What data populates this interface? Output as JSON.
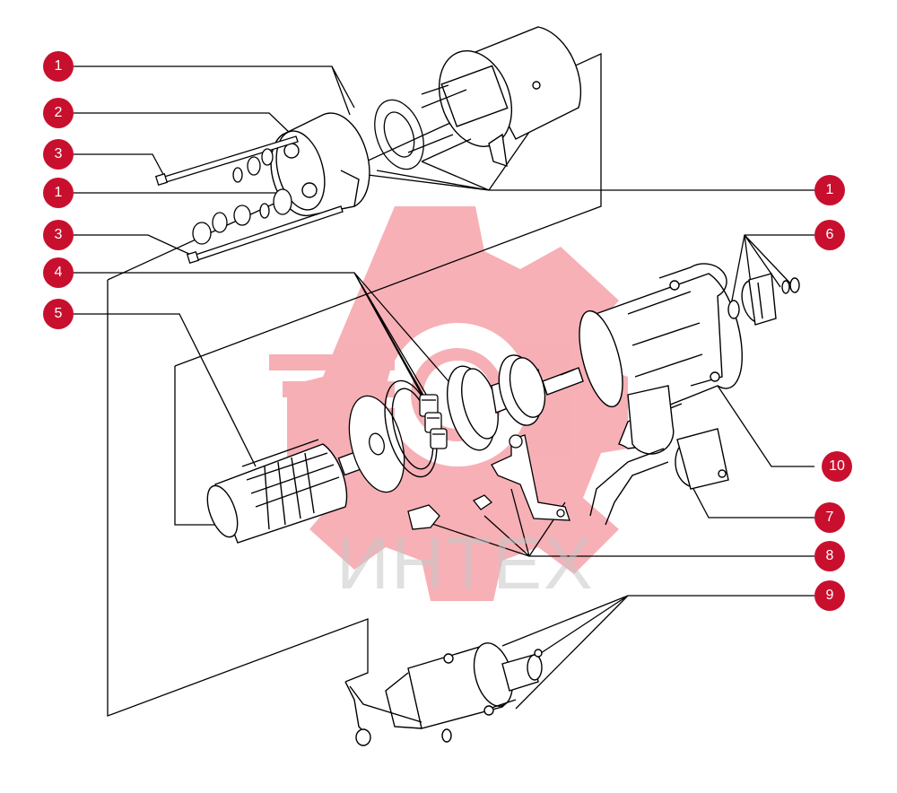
{
  "colors": {
    "callout": "#c8102e",
    "watermark": "#f0707a",
    "watermark_text": "#c7c7c7",
    "line": "#000000"
  },
  "watermark": {
    "text": "ИНТЕХ",
    "icon": "gear-logo-icon"
  },
  "callouts": [
    {
      "id": "c1a",
      "label": "1"
    },
    {
      "id": "c2",
      "label": "2"
    },
    {
      "id": "c3a",
      "label": "3"
    },
    {
      "id": "c1b",
      "label": "1"
    },
    {
      "id": "c3b",
      "label": "3"
    },
    {
      "id": "c4",
      "label": "4"
    },
    {
      "id": "c5",
      "label": "5"
    },
    {
      "id": "c1c",
      "label": "1"
    },
    {
      "id": "c6",
      "label": "6"
    },
    {
      "id": "c10",
      "label": "10"
    },
    {
      "id": "c7",
      "label": "7"
    },
    {
      "id": "c8",
      "label": "8"
    },
    {
      "id": "c9",
      "label": "9"
    }
  ]
}
